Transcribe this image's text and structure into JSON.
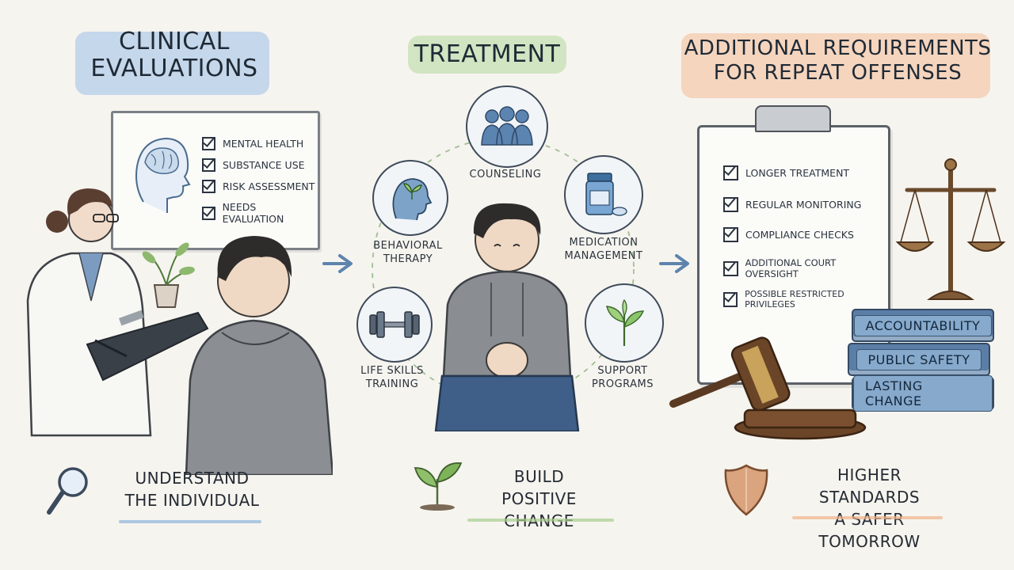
{
  "panels": {
    "clinical": {
      "title_line1": "CLINICAL",
      "title_line2": "EVALUATIONS",
      "checklist": [
        "MENTAL HEALTH",
        "SUBSTANCE USE",
        "RISK ASSESSMENT",
        "NEEDS EVALUATION"
      ],
      "caption_line1": "UNDERSTAND",
      "caption_line2": "THE INDIVIDUAL",
      "accent": "#8fb3da"
    },
    "treatment": {
      "title": "TREATMENT",
      "nodes": {
        "counseling": "COUNSELING",
        "behavioral_line1": "BEHAVIORAL",
        "behavioral_line2": "THERAPY",
        "medication_line1": "MEDICATION",
        "medication_line2": "MANAGEMENT",
        "life_line1": "LIFE SKILLS",
        "life_line2": "TRAINING",
        "support_line1": "SUPPORT",
        "support_line2": "PROGRAMS"
      },
      "caption_line1": "BUILD",
      "caption_line2": "POSITIVE CHANGE",
      "accent": "#a8cf8e"
    },
    "repeat": {
      "title_line1": "ADDITIONAL REQUIREMENTS",
      "title_line2": "FOR REPEAT OFFENSES",
      "checklist": [
        "LONGER TREATMENT",
        "REGULAR MONITORING",
        "COMPLIANCE CHECKS",
        "ADDITIONAL COURT OVERSIGHT",
        "POSSIBLE RESTRICTED PRIVILEGES"
      ],
      "books": [
        "ACCOUNTABILITY",
        "PUBLIC SAFETY",
        "LASTING CHANGE"
      ],
      "caption_line1": "HIGHER STANDARDS",
      "caption_line2": "A SAFER TOMORROW",
      "accent": "#f0b48a"
    }
  }
}
